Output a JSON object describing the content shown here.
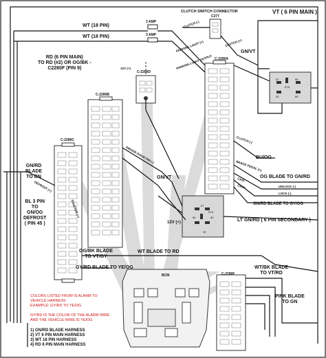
{
  "labels": {
    "vt_main": "VT ( 6 PIN MAIN )",
    "clutch_conn": "CLUTCH SWITCH CONNECTOR",
    "c277": "C277",
    "wt18_1": "WT (18 PIN)",
    "wt18_2": "WT (18 PIN)",
    "amp1": "3 AMP",
    "amp2": "3 AMP",
    "rd_main_line1": "RD (6 PIN MAIN)",
    "rd_main_line2": "TO RD (#2) OR OG/BK -",
    "rd_main_line3": "C2280F (PIN 9)",
    "c2280b": "C-2280B",
    "c2280c": "C-2280C",
    "c2280a": "C-2280A",
    "c2280d": "C-2280D",
    "c2280f": "C-2280F",
    "gnrd_blade_line1": "GN/RD",
    "gnrd_blade_line2": "BLADE",
    "gnrd_blade_line3": "TO BN",
    "bl3pin_line1": "BL 3 PIN",
    "bl3pin_line2": "TO",
    "bl3pin_line3": "GN/OG",
    "bl3pin_line4": "DEFROST",
    "bl3pin_line5": "( PIN 45 )",
    "gnvt_top": "GN/VT",
    "gnvt_mid": "GN/VT",
    "buog": "BU/OG",
    "og_blade": "OG BLADE TO GN/RD",
    "gnrd_blade_gnog": "GN/RD BLADE TO GY/OG",
    "lt_gnrd": "LT GN/RD ( 6 PIN SECONDARY )",
    "twelve_v": "12V (+)",
    "wt_blade_rd": "WT BLADE TO RD",
    "ogbk_blade_line1": "OG/BK  BLADE",
    "ogbk_blade_line2": "TO VT/GY",
    "gyrd_blade": "GY/RD BLADE TO YE/OG",
    "wtbk_blade_line1": "WT/BK BLADE",
    "wtbk_blade_line2": "TO VT/RD",
    "pink_blade_line1": "PINK BLADE",
    "pink_blade_line2": "TO GN",
    "bcm": "BCM",
    "wire_clutch": "CLUTCH (-)",
    "wire_clutch_plus": "CLUTCH (+)",
    "wire_parking_light": "PARKING LIGHT (+)",
    "wire_parking_light_out": "PARKING LIGHT OUTPUT",
    "wire_12v": "12V (+)",
    "wire_clutch2": "CLUTCH (-)",
    "wire_brake": "BRAKE PEDAL (+)",
    "wire_can_h": "CAN-",
    "wire_can_l": "CAN+",
    "wire_driver_door": "DRIVER DOOR PIN (-)",
    "wire_defrost": "DEFROST (+)",
    "wire_unlock": "UNLOCK (-)",
    "wire_lock": "LOCK (-)",
    "wire_starter": "STARTER (+)",
    "relay_pins": [
      "87",
      "30",
      "86",
      "85",
      "87A"
    ],
    "red_note_1": "COLORS LISTED FROM IS ALARM TO VEHICLE HARNESS",
    "red_note_2": "EXAMPLE: GY/RD TO YE/OG",
    "red_note_3": "GY/RD IS THE COLOR OF THE ALARM WIRE AND THE VEHICLE WIRE IS YE/OG",
    "harness_list": [
      "1)   GN/RD BLADE HARNESS",
      "2)   VT 6 PIN MAIN HARNESS",
      "3)   WT 18 PIN HARNESS",
      "4)   RD 6 PIN MAIN HARNESS"
    ]
  }
}
